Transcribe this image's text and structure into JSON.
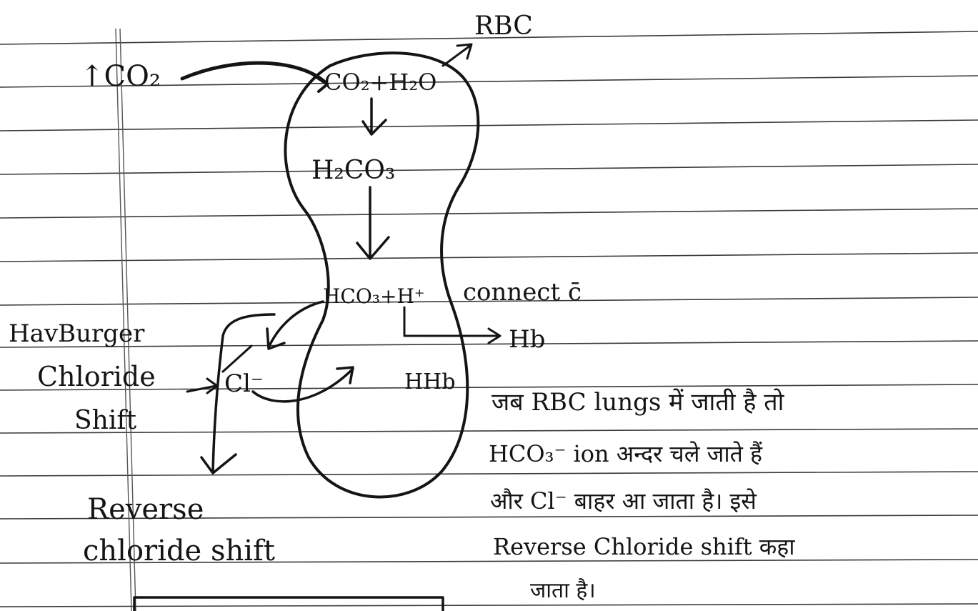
{
  "diagram": {
    "rbc_label": "RBC",
    "co2_in": "↑CO₂",
    "reaction_1": "CO₂+H₂O",
    "reaction_2": "H₂CO₃",
    "reaction_3": "HCO₃+H⁺",
    "connect_note": "connect c̄",
    "hb": "Hb",
    "hhb": "HHb",
    "chloride_ion": "Cl⁻",
    "hamburger_line1": "HavBurger",
    "hamburger_line2": "Chloride",
    "hamburger_line3": "Shift",
    "reverse_line1": "Reverse",
    "reverse_line2": "chloride shift"
  },
  "note": {
    "line1": "जब RBC lungs में जाती है तो",
    "line2": "HCO₃⁻ ion अन्दर चले जाते हैं",
    "line3": "और Cl⁻ बाहर आ जाता है। इसे",
    "line4": "Reverse Chloride shift कहा",
    "line5": "जाता है।"
  },
  "colors": {
    "ink": "#141414",
    "paper": "#ffffff",
    "rule": "#3a3a3a"
  }
}
